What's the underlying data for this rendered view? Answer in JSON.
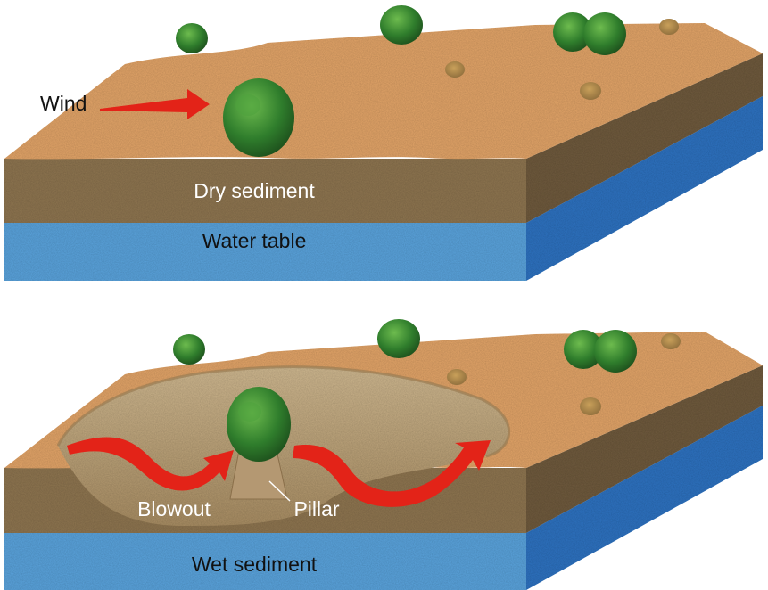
{
  "panels": {
    "top": {
      "wind_label": "Wind",
      "sediment_label": "Dry sediment",
      "water_label": "Water table"
    },
    "bottom": {
      "blowout_label": "Blowout",
      "pillar_label": "Pillar",
      "water_label": "Wet sediment"
    }
  },
  "colors": {
    "surface": "#e2a468",
    "sediment": "#8e7550",
    "water": "#5aa3dc",
    "water_side": "#2e72c0",
    "vegetation": "#3c8f34",
    "arrow": "#e32318",
    "blowout": "#b9a07a"
  },
  "icons": [
    "shrub-icon",
    "wind-arrow-icon",
    "blowout-arrow-icon"
  ]
}
